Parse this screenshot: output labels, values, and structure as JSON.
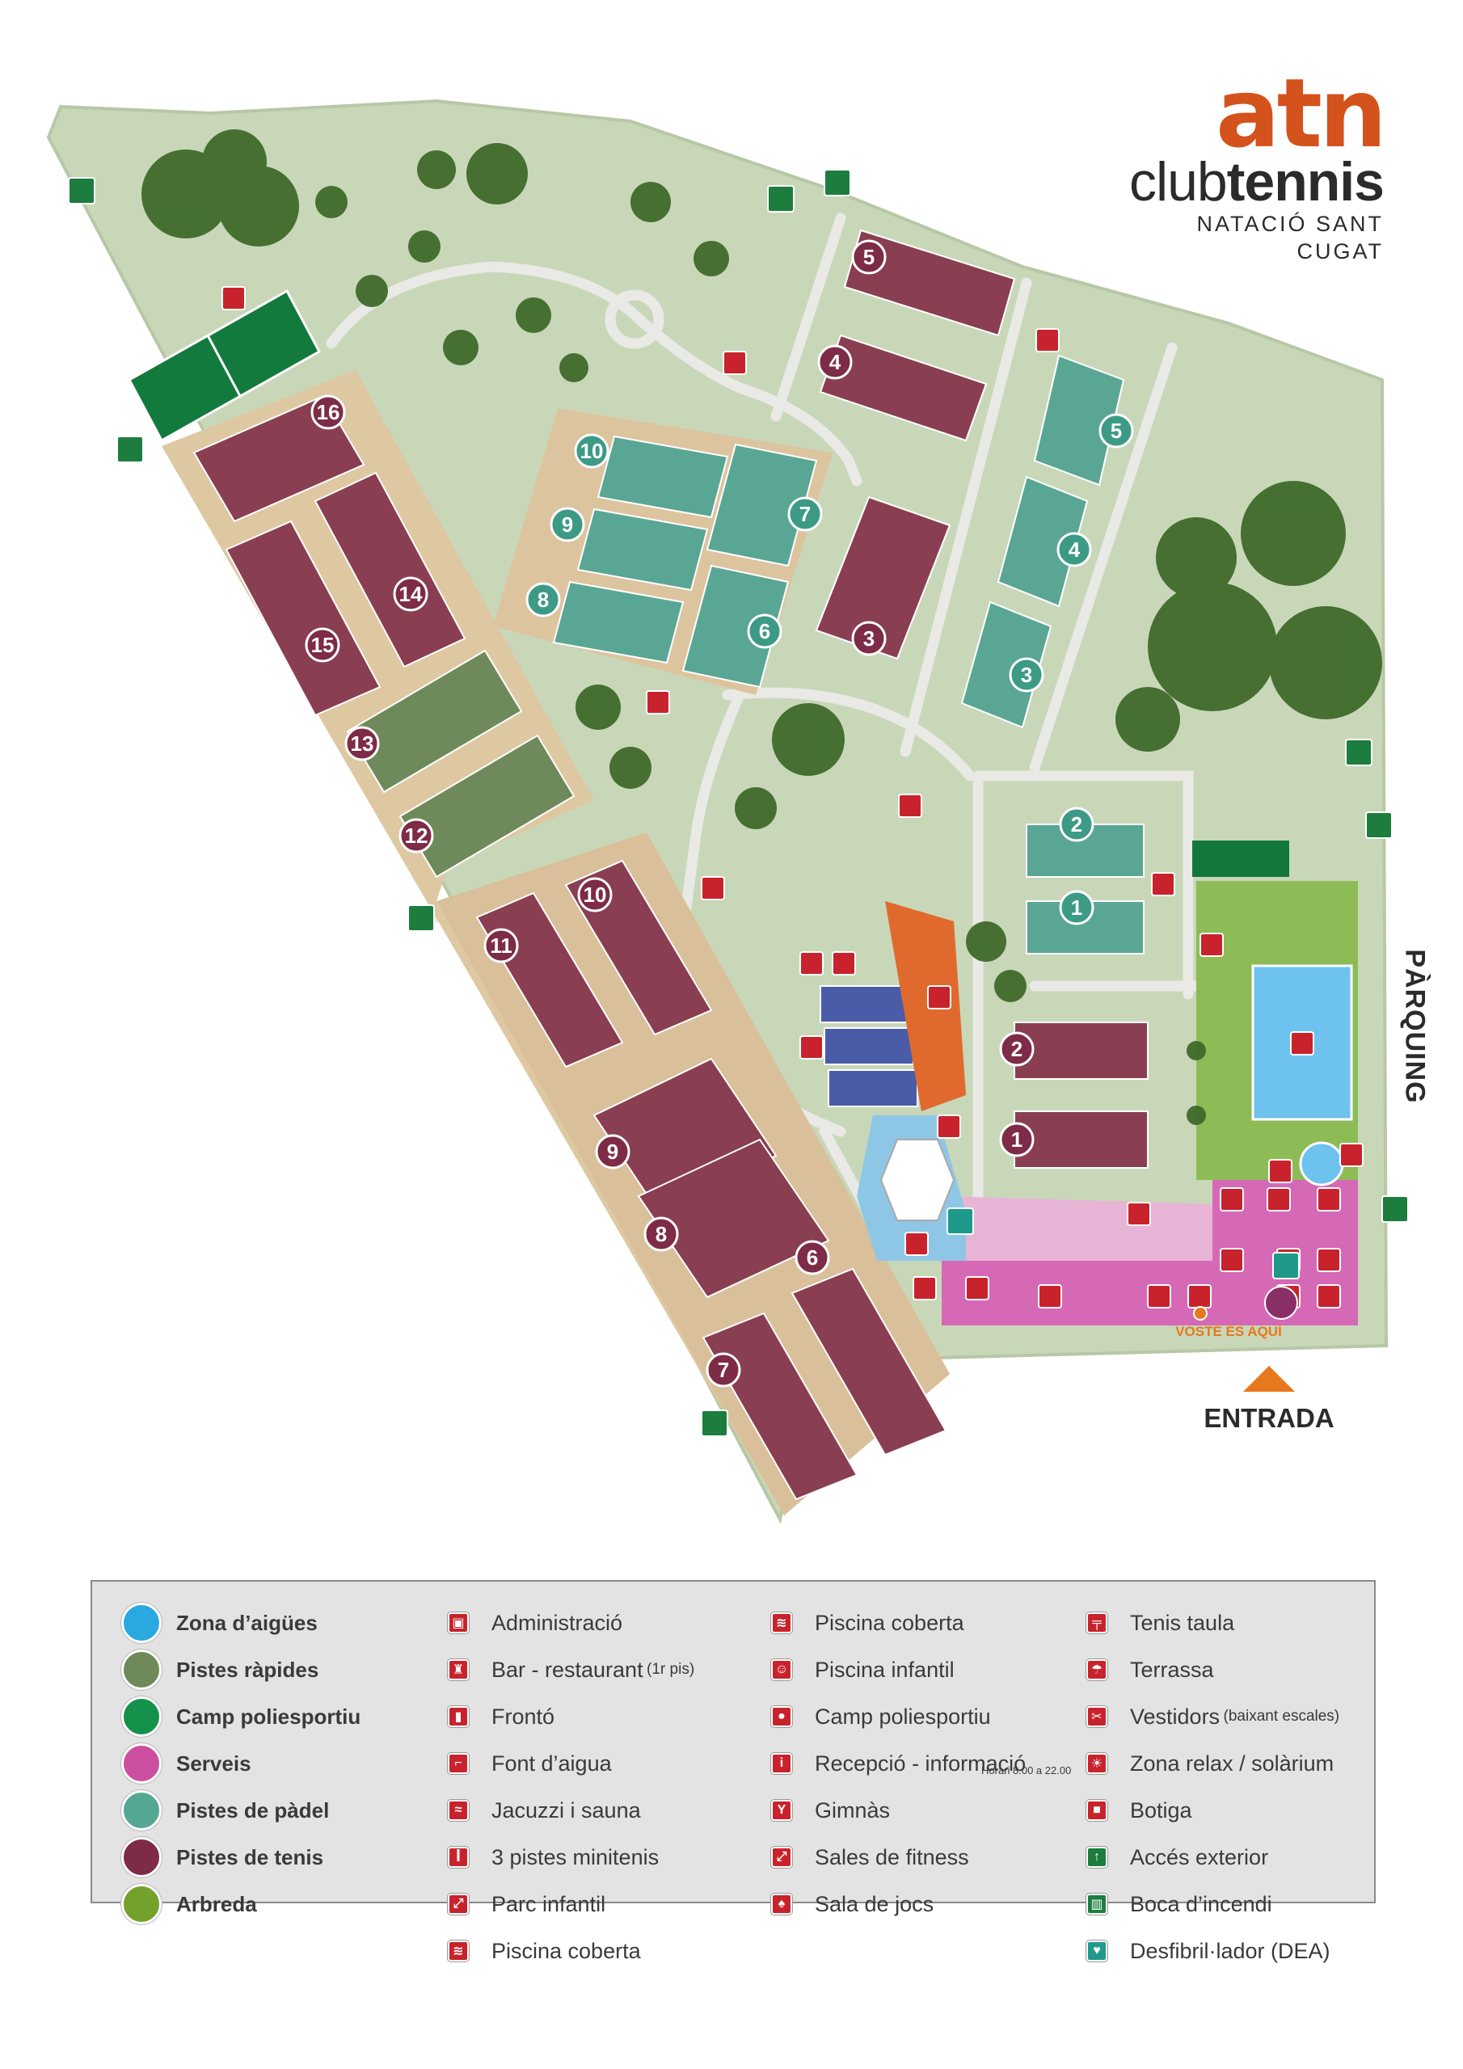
{
  "brand": {
    "logo": "atn",
    "club_light": "club",
    "club_bold": "tennis",
    "subtitle": "NATACIÓ SANT CUGAT"
  },
  "map_labels": {
    "parking": "PÀRQUING",
    "entrance": "ENTRADA",
    "you_are_here": "VOSTÈ ÉS AQUÍ"
  },
  "colors": {
    "grass": "#c9d7b9",
    "path": "#e6e6e4",
    "sand": "#ddc69f",
    "tennis": "#8a3e52",
    "padel": "#5aa695",
    "fast": "#6f8a5a",
    "field": "#127a3e",
    "service": "#d55ab0",
    "service_light": "#e8b4d6",
    "water": "#8ec7e6",
    "fronto": "#e06a2e",
    "icon_red": "#c8232c",
    "icon_green": "#1c7d3f",
    "icon_teal": "#1f9a8a",
    "info": "#8a2f66",
    "orange": "#e8781e"
  },
  "court_numbers": {
    "tennis_left": [
      "16",
      "15",
      "14",
      "13",
      "12",
      "11",
      "10",
      "9",
      "8",
      "7",
      "6"
    ],
    "padel": [
      "10",
      "9",
      "8",
      "7",
      "6"
    ],
    "tennis_mid": [
      "5",
      "4",
      "3"
    ],
    "padel_right": [
      "5",
      "4",
      "3"
    ],
    "padel_lower": [
      "2",
      "1"
    ],
    "tennis_lower": [
      "2",
      "1"
    ]
  },
  "legend": {
    "zones": [
      {
        "label": "Zona d’aigües",
        "color": "#2aa8e0"
      },
      {
        "label": "Pistes ràpides",
        "color": "#6f8a5a"
      },
      {
        "label": "Camp poliesportiu",
        "color": "#14914a"
      },
      {
        "label": "Serveis",
        "color": "#cc4fa0"
      },
      {
        "label": "Pistes de pàdel",
        "color": "#53a793"
      },
      {
        "label": "Pistes de tenis",
        "color": "#7d2b46"
      },
      {
        "label": "Arbreda",
        "color": "#74a02c"
      }
    ],
    "col2": [
      {
        "label": "Administració",
        "icon": "admin-icon"
      },
      {
        "label": "Bar - restaurant",
        "small": "(1r pis)",
        "icon": "bar-icon"
      },
      {
        "label": "Frontó",
        "icon": "fronto-icon"
      },
      {
        "label": "Font d’aigua",
        "icon": "water-fountain-icon"
      },
      {
        "label": "Jacuzzi i sauna",
        "icon": "jacuzzi-icon"
      },
      {
        "label": "3 pistes minitenis",
        "icon": "minitennis-icon"
      },
      {
        "label": "Parc infantil",
        "icon": "playground-icon"
      },
      {
        "label": "Piscina coberta",
        "icon": "indoor-pool-icon"
      }
    ],
    "col3": [
      {
        "label": "Piscina coberta",
        "icon": "swimmer-icon"
      },
      {
        "label": "Piscina infantil",
        "icon": "kids-pool-icon"
      },
      {
        "label": "Camp poliesportiu",
        "icon": "sports-field-icon"
      },
      {
        "label": "Recepció - informació",
        "hours": "Horari 8.00 a 22.00",
        "icon": "info-icon"
      },
      {
        "label": "Gimnàs",
        "icon": "gym-icon"
      },
      {
        "label": "Sales de fitness",
        "icon": "fitness-icon"
      },
      {
        "label": "Sala de jocs",
        "icon": "games-room-icon"
      }
    ],
    "col4": [
      {
        "label": "Tenis taula",
        "icon": "ping-pong-icon"
      },
      {
        "label": "Terrassa",
        "icon": "terrace-icon"
      },
      {
        "label": "Vestidors",
        "small": "(baixant escales)",
        "icon": "changing-room-icon"
      },
      {
        "label": "Zona relax / solàrium",
        "icon": "solarium-icon"
      },
      {
        "label": "Botiga",
        "icon": "shop-icon"
      },
      {
        "label": "Accés exterior",
        "icon": "exterior-access-icon"
      },
      {
        "label": "Boca d’incendi",
        "icon": "fire-hydrant-icon"
      },
      {
        "label": "Desfibril·lador (DEA)",
        "icon": "defibrillator-icon"
      }
    ]
  }
}
